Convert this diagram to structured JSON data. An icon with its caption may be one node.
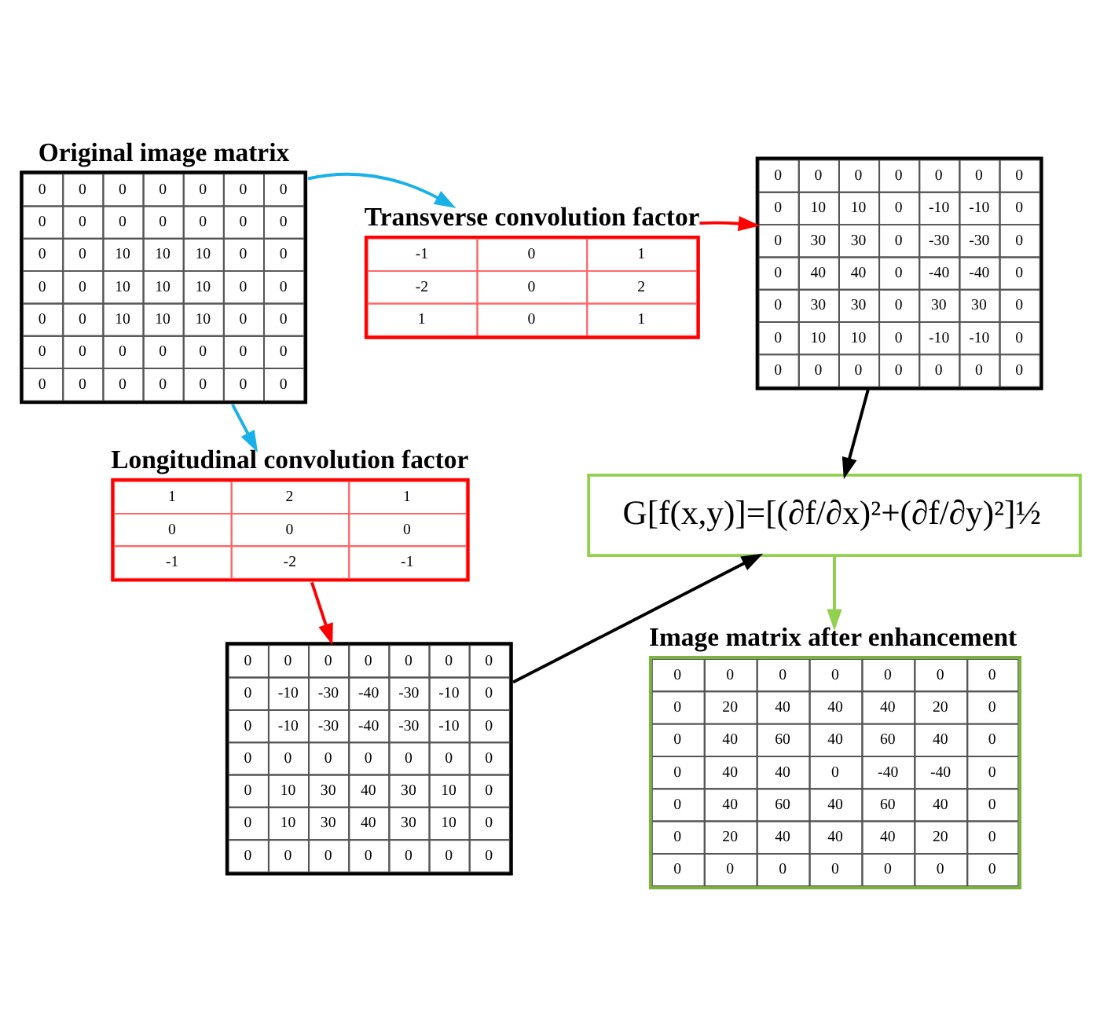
{
  "diagram": {
    "nodes": [
      {
        "text": [
          "Original image matrix",
          "0",
          "0",
          "0",
          "0",
          "0",
          "0",
          "0",
          "0",
          "0",
          "0",
          "0",
          "0",
          "0",
          "0",
          "0",
          "0",
          "10",
          "10",
          "10",
          "0",
          "0",
          "0",
          "0",
          "10",
          "10",
          "10",
          "0",
          "0",
          "0",
          "0",
          "10",
          "10",
          "10",
          "0",
          "0",
          "0",
          "0",
          "0",
          "0",
          "0",
          "0",
          "0",
          "0",
          "0",
          "0",
          "0",
          "0",
          "0",
          "0"
        ]
      },
      {
        "text": [
          "Transverse convolution factor",
          "-1",
          "0",
          "1",
          "-2",
          "0",
          "2",
          "1",
          "0",
          "1"
        ]
      },
      {
        "text": [
          "0",
          "0",
          "0",
          "0",
          "0",
          "0",
          "0",
          "0",
          "10",
          "10",
          "0",
          "-10",
          "-10",
          "0",
          "0",
          "30",
          "30",
          "0",
          "-30",
          "-30",
          "0",
          "0",
          "40",
          "40",
          "0",
          "-40",
          "-40",
          "0",
          "0",
          "30",
          "30",
          "0",
          "30",
          "30",
          "0",
          "0",
          "10",
          "10",
          "0",
          "-10",
          "-10",
          "0",
          "0",
          "0",
          "0",
          "0",
          "0",
          "0",
          "0"
        ]
      },
      {
        "text": [
          "G[f(x,y)]=[(∂f/∂x)²+(∂f/∂y)²]½"
        ]
      },
      {
        "text": [
          "Longitudinal convolution factor",
          "1",
          "2",
          "1",
          "0",
          "0",
          "0",
          "-1",
          "-2",
          "-1"
        ]
      },
      {
        "text": [
          "0",
          "0",
          "0",
          "0",
          "0",
          "0",
          "0",
          "0",
          "-10",
          "-30",
          "-40",
          "-30",
          "-10",
          "0",
          "0",
          "-10",
          "-30",
          "-40",
          "-30",
          "-10",
          "0",
          "0",
          "0",
          "0",
          "0",
          "0",
          "0",
          "0",
          "0",
          "10",
          "30",
          "40",
          "30",
          "10",
          "0",
          "0",
          "10",
          "30",
          "40",
          "30",
          "10",
          "0",
          "0",
          "0",
          "0",
          "0",
          "0",
          "0",
          "0"
        ]
      },
      {
        "text": [
          "Image matrix after enhancement",
          "0",
          "0",
          "0",
          "0",
          "0",
          "0",
          "0",
          "0",
          "20",
          "40",
          "40",
          "40",
          "20",
          "0",
          "0",
          "40",
          "60",
          "40",
          "60",
          "40",
          "0",
          "0",
          "40",
          "40",
          "0",
          "-40",
          "-40",
          "0",
          "0",
          "40",
          "60",
          "40",
          "60",
          "40",
          "0",
          "0",
          "20",
          "40",
          "40",
          "40",
          "20",
          "0",
          "0",
          "0",
          "0",
          "0",
          "0",
          "0",
          "0"
        ]
      }
    ],
    "edges": [
      {
        "from": 0,
        "to": 1,
        "arrow": "to",
        "color": "#1ab0e8"
      },
      {
        "from": 0,
        "to": 4,
        "arrow": "to",
        "color": "#1ab0e8"
      },
      {
        "from": 1,
        "to": 2,
        "arrow": "to",
        "color": "#ff0000"
      },
      {
        "from": 4,
        "to": 5,
        "arrow": "to",
        "color": "#ff0000"
      },
      {
        "from": 2,
        "to": 3,
        "arrow": "to",
        "color": "#000000"
      },
      {
        "from": 5,
        "to": 3,
        "arrow": "to",
        "color": "#000000"
      },
      {
        "from": 3,
        "to": 6,
        "arrow": "to",
        "color": "#92d050"
      }
    ]
  }
}
